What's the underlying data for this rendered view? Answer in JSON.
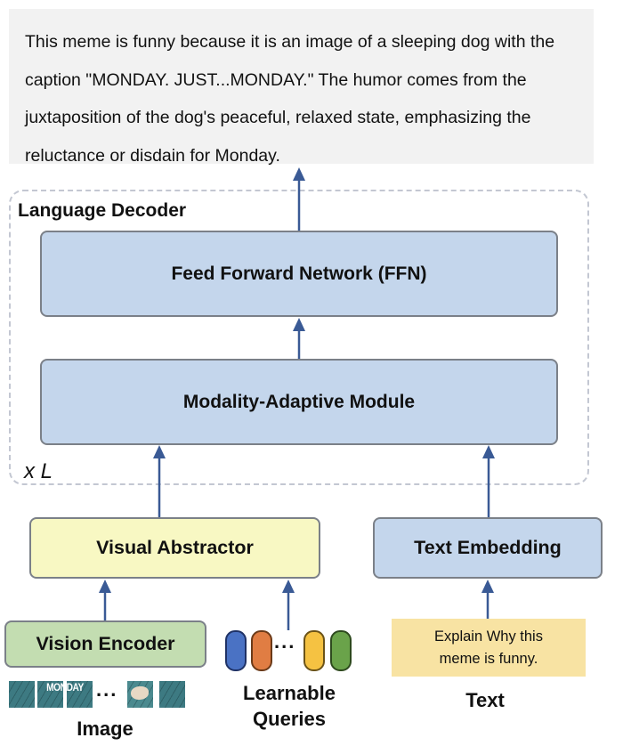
{
  "output": {
    "text": "This meme is funny because it is an image of a sleeping dog with the caption \"MONDAY. JUST...MONDAY.\" The humor comes from the juxtaposition of the dog's peaceful, relaxed state, emphasizing the reluctance or disdain for Monday."
  },
  "decoder": {
    "title": "Language Decoder",
    "repeat_label": "x L",
    "ffn_label": "Feed Forward Network (FFN)",
    "mam_label": "Modality-Adaptive Module"
  },
  "visual_abstractor": {
    "label": "Visual Abstractor"
  },
  "text_embedding": {
    "label": "Text Embedding"
  },
  "vision_encoder": {
    "label": "Vision Encoder"
  },
  "image_input": {
    "caption": "Image",
    "patch_text": "MONDAY",
    "ellipsis": "...",
    "patch_count_shown": 5
  },
  "queries": {
    "caption_line1": "Learnable",
    "caption_line2": "Queries",
    "ellipsis": "...",
    "tokens": [
      {
        "name": "query-token-blue",
        "fill": "#4a72c4",
        "border": "#1f3266"
      },
      {
        "name": "query-token-orange",
        "fill": "#e07d43",
        "border": "#6b3a18"
      },
      {
        "name": "query-token-yellow",
        "fill": "#f5c242",
        "border": "#6b5318"
      },
      {
        "name": "query-token-green",
        "fill": "#6aa34a",
        "border": "#2e4a1e"
      }
    ]
  },
  "text_input": {
    "prompt_line1": "Explain Why this",
    "prompt_line2": "meme is funny.",
    "caption": "Text"
  },
  "colors": {
    "arrow": "#3a5a95",
    "decoder_block": "#c4d6ec",
    "abstractor_block": "#f8f8c3",
    "encoder_block": "#c3ddb1",
    "prompt_box": "#f8e3a3",
    "output_box": "#f2f2f2"
  }
}
